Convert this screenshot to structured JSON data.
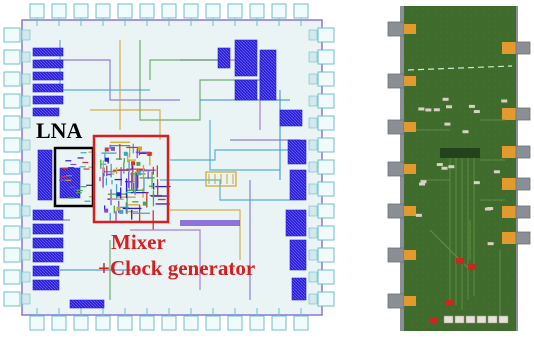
{
  "annotations": {
    "lna": "LNA",
    "mixer": "Mixer",
    "clock_generator": "+Clock generator"
  },
  "colors": {
    "lna_box": "#000000",
    "mixer_box": "#d81e1e",
    "mixer_text": "#d81e1e",
    "chip_background": "#eaf4f5",
    "metal_blue": "#2a1fd6",
    "metal_purple": "#6a3ad0",
    "pad_outline": "#6cc0c8",
    "pcb_green": "#3f6b2c",
    "pcb_dark": "#25421f",
    "pcb_gray_edge": "#8a8f96",
    "connector_orange": "#e39a2d",
    "component_red": "#c8281e"
  },
  "icons": {
    "left_panel": "ic-layout-image",
    "right_panel": "pcb-render-image"
  }
}
